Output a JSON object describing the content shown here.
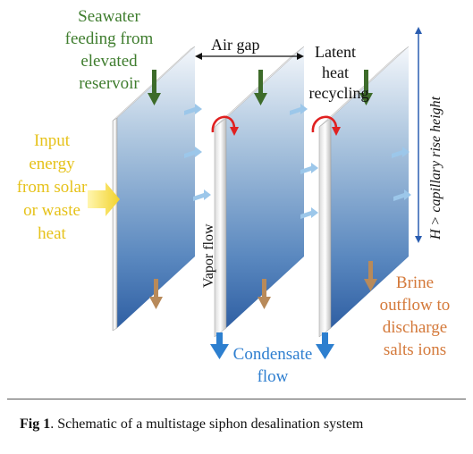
{
  "labels": {
    "seawater": [
      "Seawater",
      "feeding from",
      "elevated",
      "reservoir"
    ],
    "air_gap": "Air gap",
    "latent": [
      "Latent",
      "heat",
      "recycling"
    ],
    "input": [
      "Input",
      "energy",
      "from solar",
      "or waste",
      "heat"
    ],
    "vapor": "Vapor flow",
    "height": "H > capillary rise height",
    "brine": [
      "Brine",
      "outflow to",
      "discharge",
      "salts ions"
    ],
    "condensate": [
      "Condensate",
      "flow"
    ]
  },
  "caption": {
    "fig": "Fig 1",
    "text": ". Schematic of a multistage siphon desalination system"
  },
  "colors": {
    "green_text": "#3f7d2e",
    "yellow_text": "#e6c21a",
    "orange_text": "#d4793a",
    "blue_text": "#2f7fd0",
    "dark_green_arrow": "#3d6b2a",
    "red_arrow": "#e02020",
    "brown_arrow": "#b88a5a",
    "blue_arrow": "#2d7fcf"
  }
}
